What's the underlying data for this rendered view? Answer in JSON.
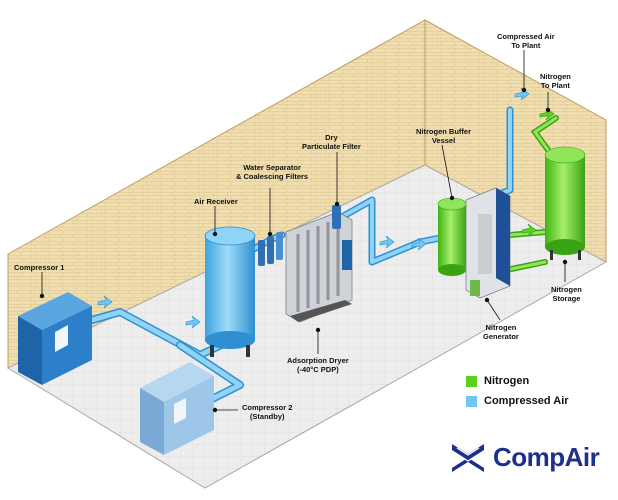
{
  "labels": {
    "compressor_1": "Compressor 1",
    "compressor_2": [
      "Compressor 2",
      "(Standby)"
    ],
    "air_receiver": "Air Receiver",
    "water_separator": [
      "Water Separator",
      "& Coalescing Filters"
    ],
    "particulate_filter": [
      "Dry",
      "Particulate Filter"
    ],
    "adsorption_dryer": [
      "Adsorption Dryer",
      "(-40°C PDP)"
    ],
    "buffer_vessel": [
      "Nitrogen Buffer",
      "Vessel"
    ],
    "nitrogen_generator": [
      "Nitrogen",
      "Generator"
    ],
    "nitrogen_storage": [
      "Nitrogen",
      "Storage"
    ],
    "compressed_air_to_plant": [
      "Compressed Air",
      "To Plant"
    ],
    "nitrogen_to_plant": [
      "Nitrogen",
      "To Plant"
    ]
  },
  "legend": [
    {
      "label": "Nitrogen",
      "color": "#5ad11e"
    },
    {
      "label": "Compressed Air",
      "color": "#6fc7f2"
    }
  ],
  "brand": {
    "name": "CompAir",
    "color": "#1f2f8c"
  },
  "colors": {
    "air_pipe": "#6fc7f2",
    "nitrogen": "#5ad11e",
    "compressor": "#2e7fc9",
    "wall": "#efdcaa",
    "floor": "#ececec"
  }
}
